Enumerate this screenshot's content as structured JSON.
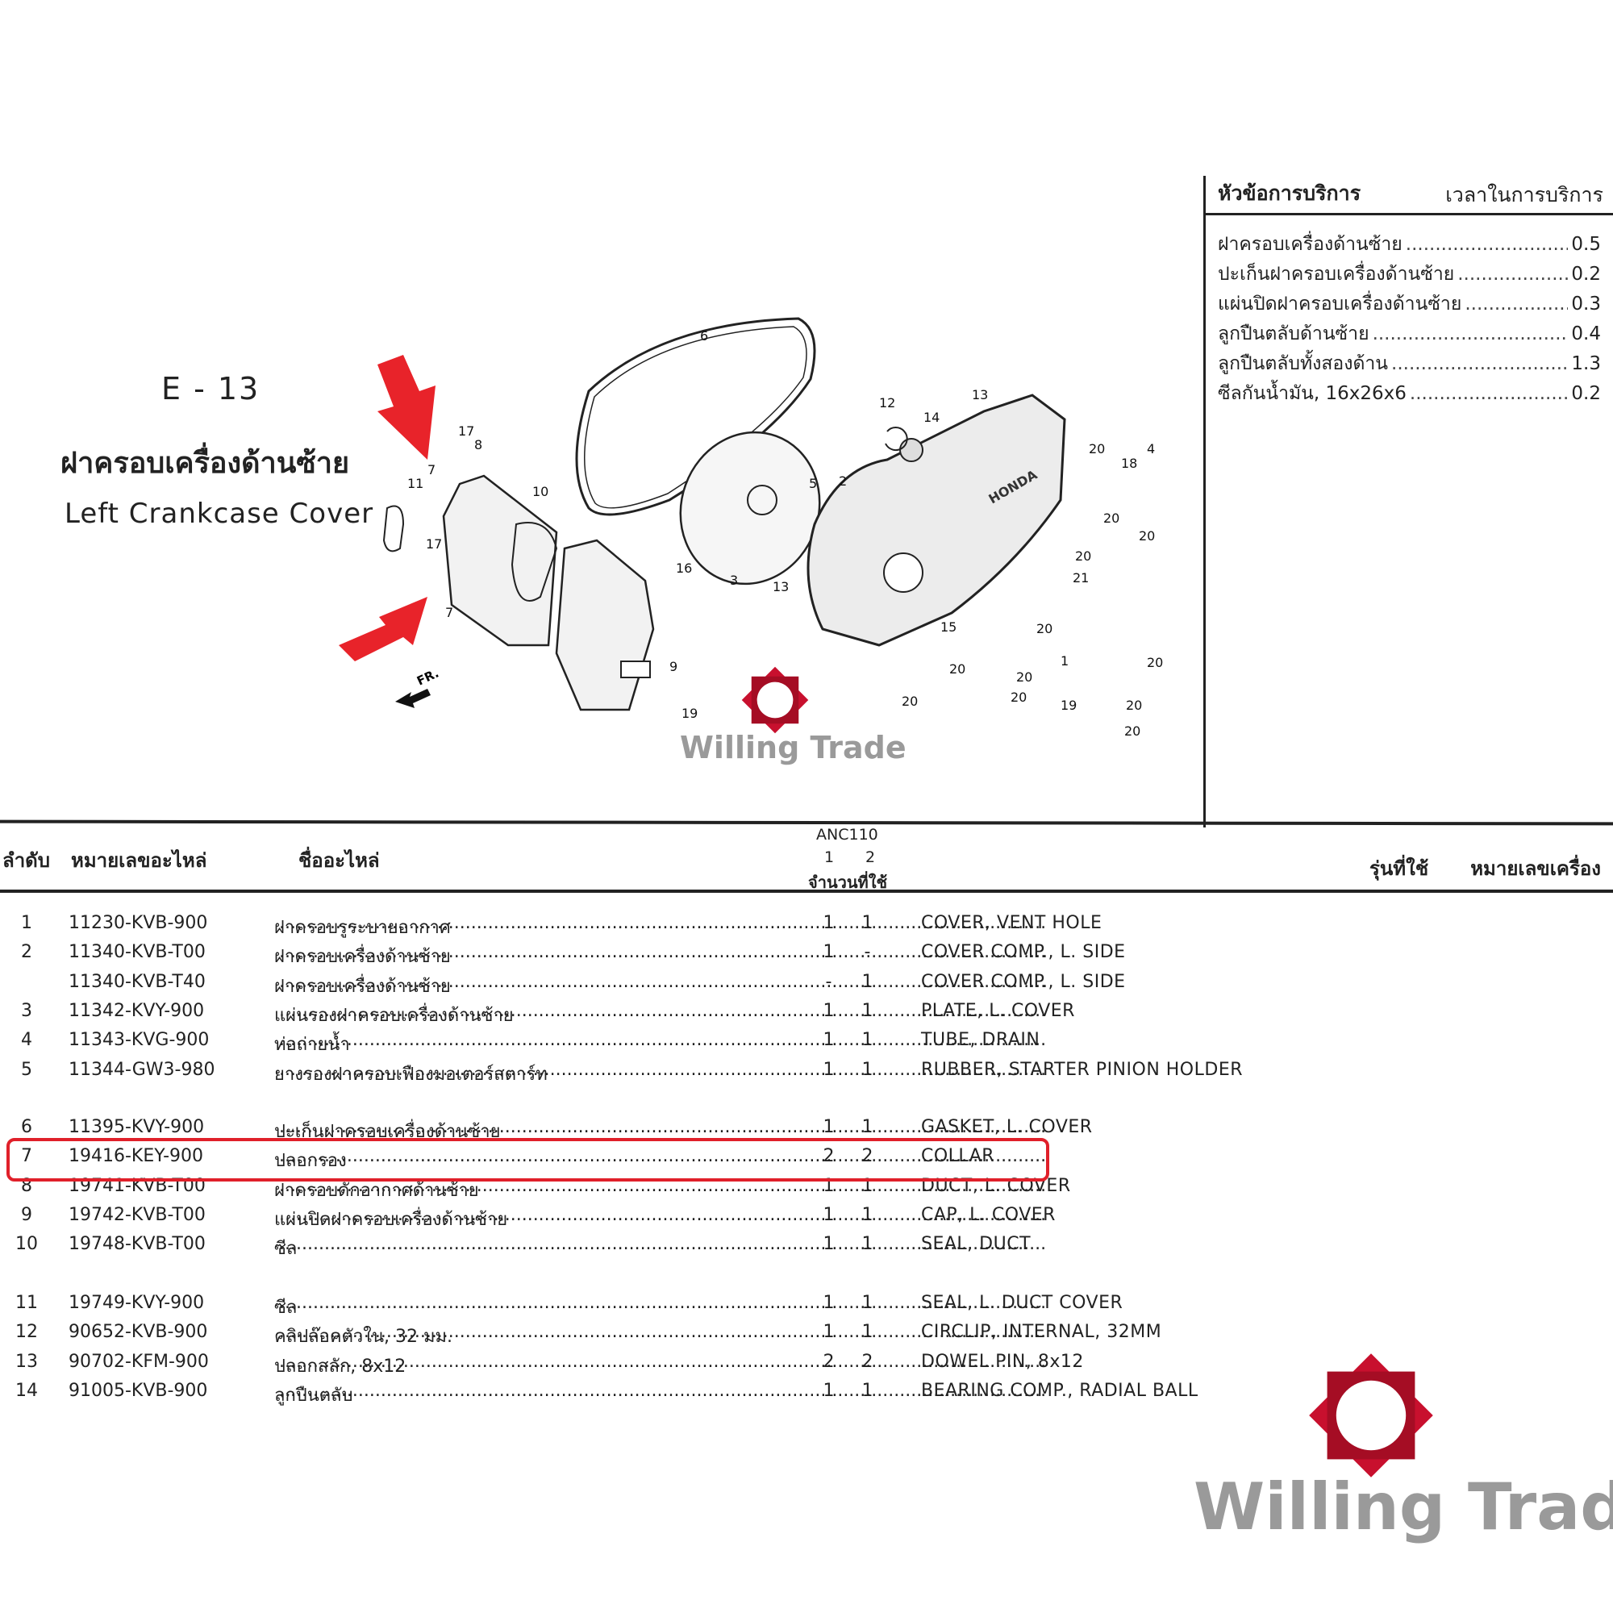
{
  "header": {
    "code": "E - 13",
    "title_th": "ฝาครอบเครื่องด้านซ้าย",
    "title_en": "Left Crankcase Cover"
  },
  "service": {
    "col_topic": "หัวข้อการบริการ",
    "col_time": "เวลาในการบริการ",
    "items": [
      {
        "topic": "ฝาครอบเครื่องด้านซ้าย",
        "time": "0.5"
      },
      {
        "topic": "ปะเก็นฝาครอบเครื่องด้านซ้าย",
        "time": "0.2"
      },
      {
        "topic": "แผ่นปิดฝาครอบเครื่องด้านซ้าย",
        "time": "0.3"
      },
      {
        "topic": "ลูกปืนตลับด้านซ้าย",
        "time": "0.4"
      },
      {
        "topic": "ลูกปืนตลับทั้งสองด้าน",
        "time": "1.3"
      },
      {
        "topic": "ซีลกันน้ำมัน, 16x26x6",
        "time": "0.2"
      }
    ]
  },
  "diagram": {
    "callouts": [
      "1",
      "2",
      "3",
      "4",
      "5",
      "6",
      "7",
      "7",
      "8",
      "9",
      "10",
      "11",
      "12",
      "13",
      "13",
      "14",
      "15",
      "16",
      "17",
      "17",
      "18",
      "19",
      "19",
      "20",
      "20",
      "20",
      "20",
      "20",
      "20",
      "20",
      "20",
      "20",
      "20",
      "20",
      "20",
      "21"
    ],
    "front_label": "FR.",
    "brand_mark": "HONDA",
    "watermark": "Willing Trade"
  },
  "table": {
    "col_no": "ลำดับ",
    "col_part": "หมายเลขอะไหล่",
    "col_name": "ชื่ออะไหล่",
    "model": "ANC110",
    "variant_1": "1",
    "variant_2": "2",
    "col_qty": "จำนวนที่ใช้",
    "col_model_used": "รุ่นที่ใช้",
    "col_engine_no": "หมายเลขเครื่อง",
    "rows": [
      {
        "no": "1",
        "part": "11230-KVB-900",
        "name": "ฝาครอบรูระบายอากาศ",
        "q1": "1",
        "q2": "1",
        "en": "COVER, VENT HOLE"
      },
      {
        "no": "2",
        "part": "11340-KVB-T00",
        "name": "ฝาครอบเครื่องด้านซ้าย",
        "q1": "1",
        "q2": "-",
        "en": "COVER COMP., L. SIDE"
      },
      {
        "no": "",
        "part": "11340-KVB-T40",
        "name": "ฝาครอบเครื่องด้านซ้าย",
        "q1": "-",
        "q2": "1",
        "en": "COVER COMP., L. SIDE"
      },
      {
        "no": "3",
        "part": "11342-KVY-900",
        "name": "แผ่นรองฝาครอบเครื่องด้านซ้าย",
        "q1": "1",
        "q2": "1",
        "en": "PLATE, L. COVER"
      },
      {
        "no": "4",
        "part": "11343-KVG-900",
        "name": "ท่อถ่ายน้ำ",
        "q1": "1",
        "q2": "1",
        "en": "TUBE, DRAIN"
      },
      {
        "no": "5",
        "part": "11344-GW3-980",
        "name": "ยางรองฝาครอบเฟืองมอเตอร์สตาร์ท",
        "q1": "1",
        "q2": "1",
        "en": "RUBBER, STARTER PINION HOLDER"
      },
      {
        "no": "6",
        "part": "11395-KVY-900",
        "name": "ปะเก็นฝาครอบเครื่องด้านซ้าย",
        "q1": "1",
        "q2": "1",
        "en": "GASKET, L. COVER"
      },
      {
        "no": "7",
        "part": "19416-KEY-900",
        "name": "ปลอกรอง",
        "q1": "2",
        "q2": "2",
        "en": "COLLAR",
        "highlight": true
      },
      {
        "no": "8",
        "part": "19741-KVB-T00",
        "name": "ฝาครอบดักอากาศด้านซ้าย",
        "q1": "1",
        "q2": "1",
        "en": "DUCT, L. COVER"
      },
      {
        "no": "9",
        "part": "19742-KVB-T00",
        "name": "แผ่นปิดฝาครอบเครื่องด้านซ้าย",
        "q1": "1",
        "q2": "1",
        "en": "CAP, L. COVER"
      },
      {
        "no": "10",
        "part": "19748-KVB-T00",
        "name": "ซีล",
        "q1": "1",
        "q2": "1",
        "en": "SEAL, DUCT"
      },
      {
        "no": "11",
        "part": "19749-KVY-900",
        "name": "ซีล",
        "q1": "1",
        "q2": "1",
        "en": "SEAL, L. DUCT COVER"
      },
      {
        "no": "12",
        "part": "90652-KVB-900",
        "name": "คลิปล๊อคตัวใน, 32 มม.",
        "q1": "1",
        "q2": "1",
        "en": "CIRCLIP, INTERNAL, 32MM"
      },
      {
        "no": "13",
        "part": "90702-KFM-900",
        "name": "ปลอกสลัก, 8x12",
        "q1": "2",
        "q2": "2",
        "en": "DOWEL PIN, 8x12"
      },
      {
        "no": "14",
        "part": "91005-KVB-900",
        "name": "ลูกปืนตลับ",
        "q1": "1",
        "q2": "1",
        "en": "BEARING COMP., RADIAL BALL"
      }
    ]
  },
  "colors": {
    "highlight": "#e0202a",
    "arrow": "#e8232a",
    "logo": "#c8102e",
    "watermark_text": "#9a9a9a"
  },
  "logo_text": "Willing Trade"
}
